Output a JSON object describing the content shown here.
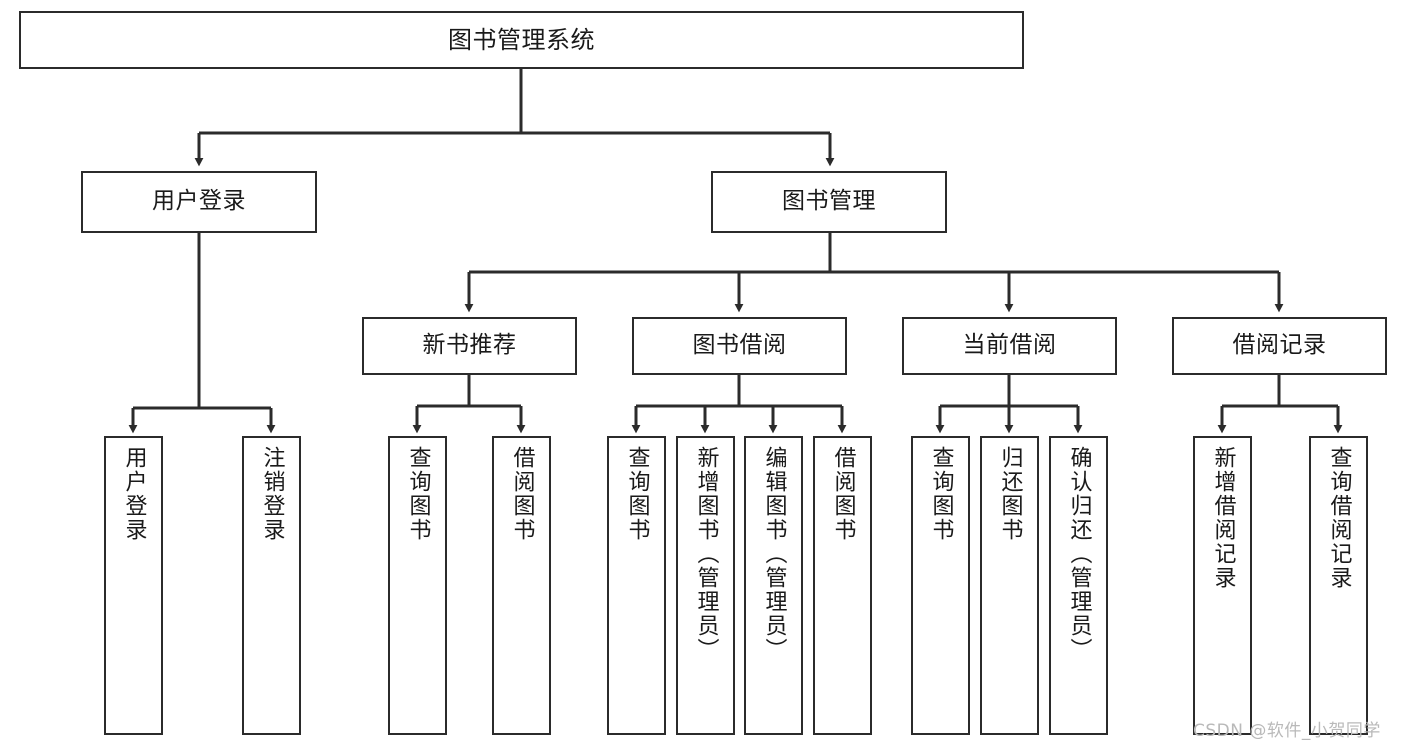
{
  "diagram": {
    "title": "图书管理系统",
    "type": "hierarchy-tree",
    "root": {
      "label": "图书管理系统"
    },
    "level1": [
      {
        "label": "用户登录"
      },
      {
        "label": "图书管理"
      }
    ],
    "level2": [
      {
        "label": "新书推荐"
      },
      {
        "label": "图书借阅"
      },
      {
        "label": "当前借阅"
      },
      {
        "label": "借阅记录"
      }
    ],
    "leaves": {
      "user_login": [
        {
          "label": "用户登录"
        },
        {
          "label": "注销登录"
        }
      ],
      "new_book_recommend": [
        {
          "label": "查询图书"
        },
        {
          "label": "借阅图书"
        }
      ],
      "book_borrow": [
        {
          "label": "查询图书"
        },
        {
          "label": "新增图书（管理员）"
        },
        {
          "label": "编辑图书（管理员）"
        },
        {
          "label": "借阅图书"
        }
      ],
      "current_borrow": [
        {
          "label": "查询图书"
        },
        {
          "label": "归还图书"
        },
        {
          "label": "确认归还（管理员）"
        }
      ],
      "borrow_record": [
        {
          "label": "新增借阅记录"
        },
        {
          "label": "查询借阅记录"
        }
      ]
    }
  },
  "watermark": {
    "text": "CSDN @软件_小贺同学"
  },
  "colors": {
    "border": "#2b2b2b",
    "text": "#1a1a1a",
    "background": "#ffffff",
    "watermark": "#b9b9b9"
  }
}
